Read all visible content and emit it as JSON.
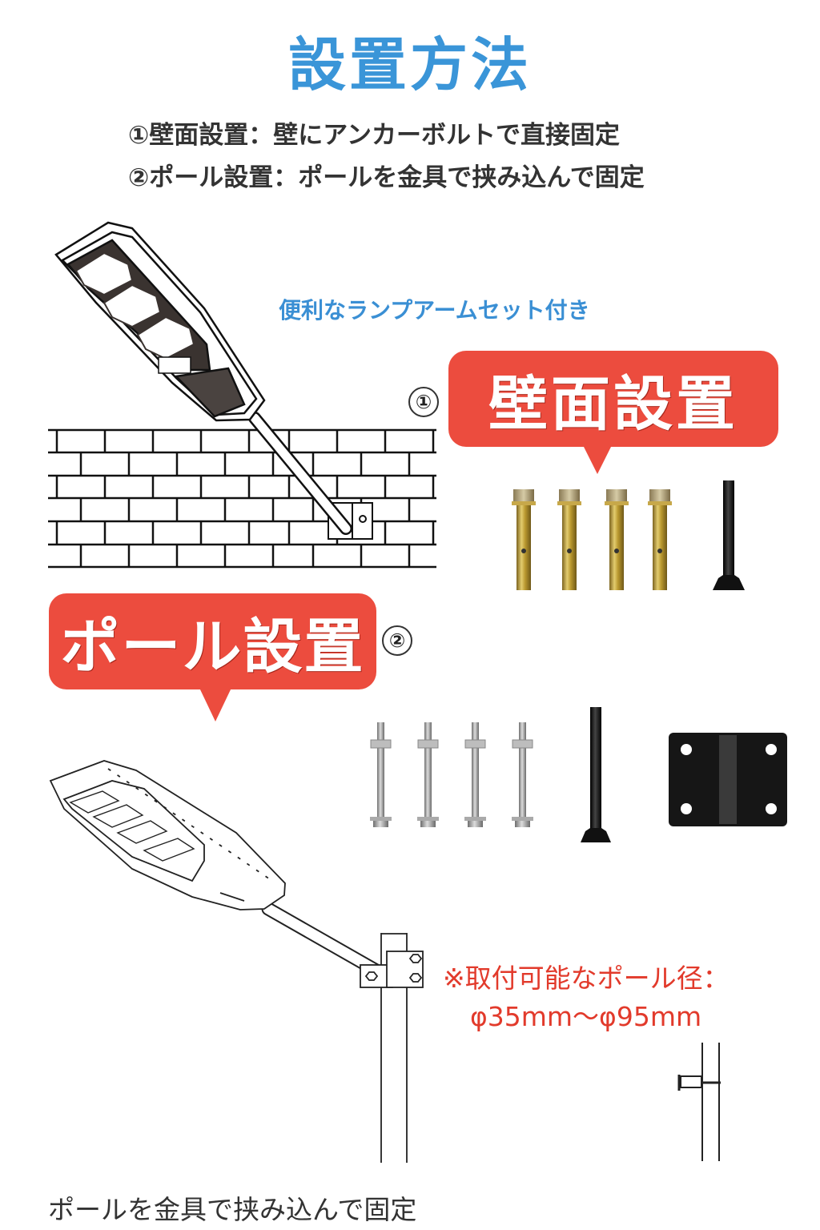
{
  "page": {
    "title": "設置方法",
    "intro": [
      {
        "marker": "①",
        "text": "①壁面設置：壁にアンカーボルトで直接固定"
      },
      {
        "marker": "②",
        "text": "②ポール設置：ポールを金具で挟み込んで固定"
      }
    ]
  },
  "wall_section": {
    "feature_note": "便利なランプアームセット付き",
    "step_number": "①",
    "bubble_label": "壁面設置",
    "parts": [
      {
        "name": "anchor-bolt",
        "count": 4
      },
      {
        "name": "lamp-arm-pole",
        "count": 1
      }
    ]
  },
  "pole_section": {
    "bubble_label": "ポール設置",
    "step_number": "②",
    "parts": [
      {
        "name": "bolt-with-nut",
        "count": 4
      },
      {
        "name": "lamp-arm-pole",
        "count": 1
      },
      {
        "name": "pole-clamp-bracket",
        "count": 1
      }
    ],
    "note_line1": "※取付可能なポール径：",
    "note_line2": "φ35mm〜φ95mm",
    "caption": "ポールを金具で挟み込んで固定"
  },
  "colors": {
    "title_blue": "#3a95d8",
    "bubble_red": "#ec4c3e",
    "note_red": "#e23a2b",
    "text_dark": "#333333",
    "brass": "#b99a3a",
    "black_part": "#1a1a1a"
  }
}
